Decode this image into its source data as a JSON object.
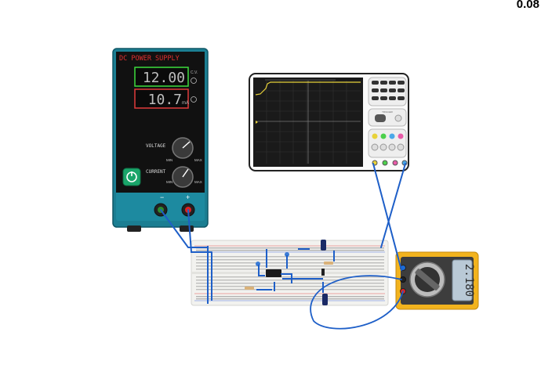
{
  "corner_value": "0.08",
  "power_supply": {
    "title": "DC POWER SUPPLY",
    "voltage_display": "12.00",
    "current_display": "10.7",
    "voltage_unit": "C.V.",
    "current_unit": "mA",
    "voltage_knob_label": "VOLTAGE",
    "current_knob_label": "CURRENT",
    "min_label": "MIN",
    "max_label": "MAX",
    "negative_terminal": "−",
    "positive_terminal": "+",
    "display_colors": {
      "voltage": "#3ddc3d",
      "current": "#e03a3a"
    }
  },
  "oscilloscope": {
    "trigger_label": "TRIGGER"
  },
  "multimeter": {
    "display": "2.180"
  }
}
